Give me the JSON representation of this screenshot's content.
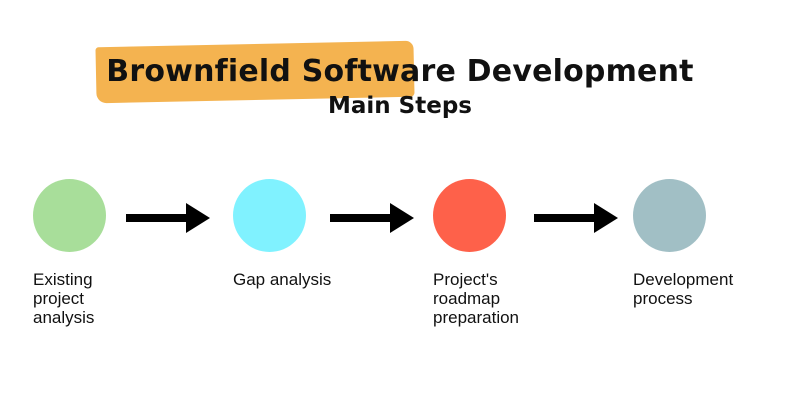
{
  "header": {
    "title": "Brownfield Software Development",
    "subtitle": "Main Steps",
    "highlight_color": "#f4b350"
  },
  "steps": [
    {
      "label": "Existing\nproject\nanalysis",
      "color": "#a8de9a"
    },
    {
      "label": "Gap analysis",
      "color": "#80f2ff"
    },
    {
      "label": "Project's\nroadmap\npreparation",
      "color": "#fe614a"
    },
    {
      "label": "Development\nprocess",
      "color": "#a1bfc5"
    }
  ],
  "arrows": [
    {
      "icon": "right-arrow-icon",
      "color": "#000000"
    },
    {
      "icon": "right-arrow-icon",
      "color": "#000000"
    },
    {
      "icon": "right-arrow-icon",
      "color": "#000000"
    }
  ]
}
